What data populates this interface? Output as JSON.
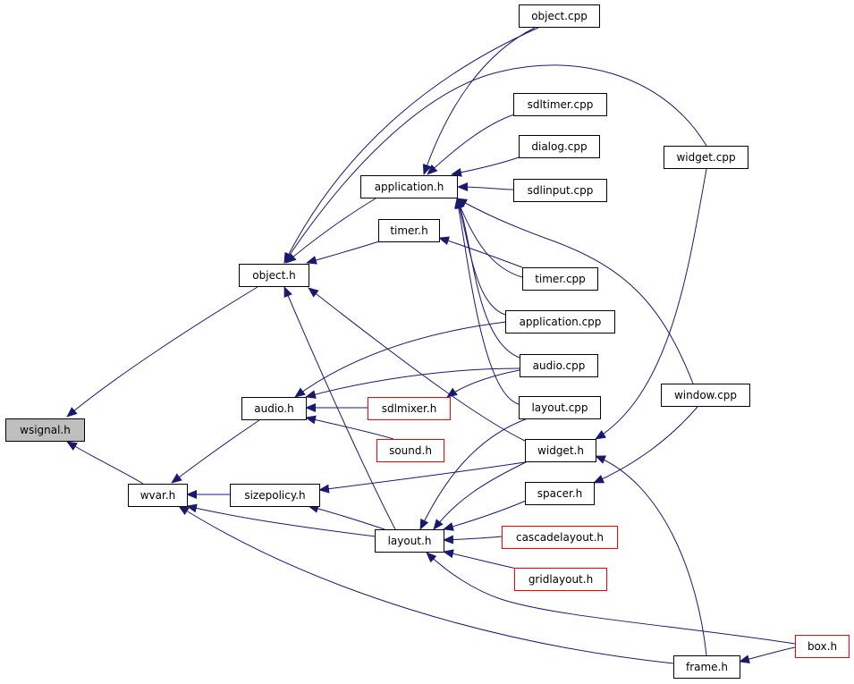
{
  "colors": {
    "edge": "#191970",
    "highlight_fill": "#bfbfbf",
    "normal_border": "#000000",
    "external_border": "#ff0000"
  },
  "nodes": [
    {
      "id": "wsignal_h",
      "label": "wsignal.h",
      "style": "highlight"
    },
    {
      "id": "object_h",
      "label": "object.h",
      "style": "normal"
    },
    {
      "id": "wvar_h",
      "label": "wvar.h",
      "style": "normal"
    },
    {
      "id": "object_cpp",
      "label": "object.cpp",
      "style": "normal"
    },
    {
      "id": "application_h",
      "label": "application.h",
      "style": "normal"
    },
    {
      "id": "timer_h",
      "label": "timer.h",
      "style": "normal"
    },
    {
      "id": "widget_h",
      "label": "widget.h",
      "style": "normal"
    },
    {
      "id": "layout_h",
      "label": "layout.h",
      "style": "normal"
    },
    {
      "id": "sdltimer_cpp",
      "label": "sdltimer.cpp",
      "style": "normal"
    },
    {
      "id": "dialog_cpp",
      "label": "dialog.cpp",
      "style": "normal"
    },
    {
      "id": "sdlinput_cpp",
      "label": "sdlinput.cpp",
      "style": "normal"
    },
    {
      "id": "widget_cpp",
      "label": "widget.cpp",
      "style": "normal"
    },
    {
      "id": "timer_cpp",
      "label": "timer.cpp",
      "style": "normal"
    },
    {
      "id": "application_cpp",
      "label": "application.cpp",
      "style": "normal"
    },
    {
      "id": "audio_cpp",
      "label": "audio.cpp",
      "style": "normal"
    },
    {
      "id": "layout_cpp",
      "label": "layout.cpp",
      "style": "normal"
    },
    {
      "id": "window_cpp",
      "label": "window.cpp",
      "style": "normal"
    },
    {
      "id": "audio_h",
      "label": "audio.h",
      "style": "normal"
    },
    {
      "id": "sdlmixer_h",
      "label": "sdlmixer.h",
      "style": "external"
    },
    {
      "id": "sound_h",
      "label": "sound.h",
      "style": "external"
    },
    {
      "id": "sizepolicy_h",
      "label": "sizepolicy.h",
      "style": "normal"
    },
    {
      "id": "spacer_h",
      "label": "spacer.h",
      "style": "normal"
    },
    {
      "id": "cascadelayout_h",
      "label": "cascadelayout.h",
      "style": "external"
    },
    {
      "id": "gridlayout_h",
      "label": "gridlayout.h",
      "style": "external"
    },
    {
      "id": "box_h",
      "label": "box.h",
      "style": "external"
    },
    {
      "id": "frame_h",
      "label": "frame.h",
      "style": "normal"
    }
  ],
  "edges": [
    {
      "from": "object_h",
      "to": "wsignal_h"
    },
    {
      "from": "wvar_h",
      "to": "wsignal_h"
    },
    {
      "from": "object_cpp",
      "to": "object_h"
    },
    {
      "from": "application_h",
      "to": "object_h"
    },
    {
      "from": "timer_h",
      "to": "object_h"
    },
    {
      "from": "widget_cpp",
      "to": "object_h"
    },
    {
      "from": "widget_h",
      "to": "object_h"
    },
    {
      "from": "layout_h",
      "to": "object_h"
    },
    {
      "from": "object_cpp",
      "to": "application_h"
    },
    {
      "from": "sdltimer_cpp",
      "to": "application_h"
    },
    {
      "from": "dialog_cpp",
      "to": "application_h"
    },
    {
      "from": "sdlinput_cpp",
      "to": "application_h"
    },
    {
      "from": "timer_cpp",
      "to": "application_h"
    },
    {
      "from": "application_cpp",
      "to": "application_h"
    },
    {
      "from": "audio_cpp",
      "to": "application_h"
    },
    {
      "from": "layout_cpp",
      "to": "application_h"
    },
    {
      "from": "window_cpp",
      "to": "application_h"
    },
    {
      "from": "timer_cpp",
      "to": "timer_h"
    },
    {
      "from": "application_cpp",
      "to": "audio_h"
    },
    {
      "from": "audio_cpp",
      "to": "audio_h"
    },
    {
      "from": "sdlmixer_h",
      "to": "audio_h"
    },
    {
      "from": "sound_h",
      "to": "audio_h"
    },
    {
      "from": "audio_cpp",
      "to": "sdlmixer_h"
    },
    {
      "from": "audio_h",
      "to": "wvar_h"
    },
    {
      "from": "sizepolicy_h",
      "to": "wvar_h"
    },
    {
      "from": "layout_h",
      "to": "wvar_h"
    },
    {
      "from": "frame_h",
      "to": "wvar_h"
    },
    {
      "from": "widget_h",
      "to": "sizepolicy_h"
    },
    {
      "from": "layout_h",
      "to": "sizepolicy_h"
    },
    {
      "from": "layout_cpp",
      "to": "layout_h"
    },
    {
      "from": "widget_h",
      "to": "layout_h"
    },
    {
      "from": "spacer_h",
      "to": "layout_h"
    },
    {
      "from": "cascadelayout_h",
      "to": "layout_h"
    },
    {
      "from": "gridlayout_h",
      "to": "layout_h"
    },
    {
      "from": "box_h",
      "to": "layout_h"
    },
    {
      "from": "widget_cpp",
      "to": "widget_h"
    },
    {
      "from": "frame_h",
      "to": "widget_h"
    },
    {
      "from": "window_cpp",
      "to": "spacer_h"
    },
    {
      "from": "box_h",
      "to": "frame_h"
    }
  ]
}
